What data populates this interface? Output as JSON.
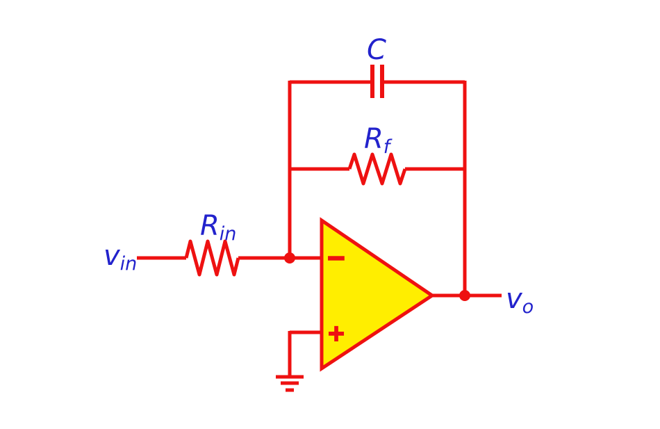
{
  "colors": {
    "background": "#ffffff",
    "wire_red": "#ee1111",
    "label_blue": "#2222cc",
    "opamp_yellow": "#ffee00"
  },
  "labels": {
    "capacitor": {
      "main": "C"
    },
    "feedback_resistor": {
      "main": "R",
      "sub": "f"
    },
    "input_resistor": {
      "main": "R",
      "sub": "in"
    },
    "input_voltage": {
      "main": "v",
      "sub": "in"
    },
    "output_voltage": {
      "main": "v",
      "sub": "o"
    },
    "opamp": {
      "inverting": "−",
      "noninverting": "+"
    }
  }
}
